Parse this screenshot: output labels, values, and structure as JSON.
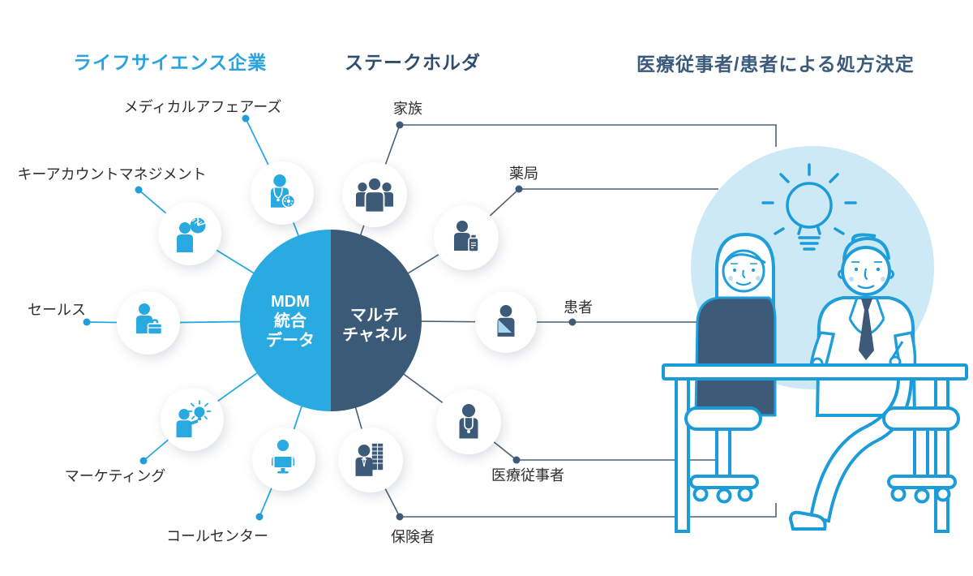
{
  "headers": {
    "left": "ライフサイエンス企業",
    "middle": "ステークホルダ",
    "right": "医療従事者/患者による処方決定"
  },
  "hub": {
    "left_lines": [
      "MDM",
      "統合",
      "データ"
    ],
    "right_lines": [
      "マルチ",
      "チャネル"
    ]
  },
  "left_nodes": [
    {
      "label": "メディカルアフェアーズ",
      "icon": "medical-affairs-icon"
    },
    {
      "label": "キーアカウントマネジメント",
      "icon": "key-account-icon"
    },
    {
      "label": "セールス",
      "icon": "sales-icon"
    },
    {
      "label": "マーケティング",
      "icon": "marketing-icon"
    },
    {
      "label": "コールセンター",
      "icon": "call-center-icon"
    }
  ],
  "right_nodes": [
    {
      "label": "家族",
      "icon": "family-icon"
    },
    {
      "label": "薬局",
      "icon": "pharmacy-icon"
    },
    {
      "label": "患者",
      "icon": "patient-icon"
    },
    {
      "label": "医療従事者",
      "icon": "healthcare-professional-icon"
    },
    {
      "label": "保険者",
      "icon": "insurer-icon"
    }
  ],
  "colors": {
    "accent_blue": "#29ABE2",
    "navy": "#3D5A78",
    "line_navy": "#4A6076",
    "illustration_outline": "#1B9CD8",
    "illustration_background": "#CDE9F5",
    "header_blue": "#29A3DF",
    "header_navy": "#2F4E6D"
  }
}
